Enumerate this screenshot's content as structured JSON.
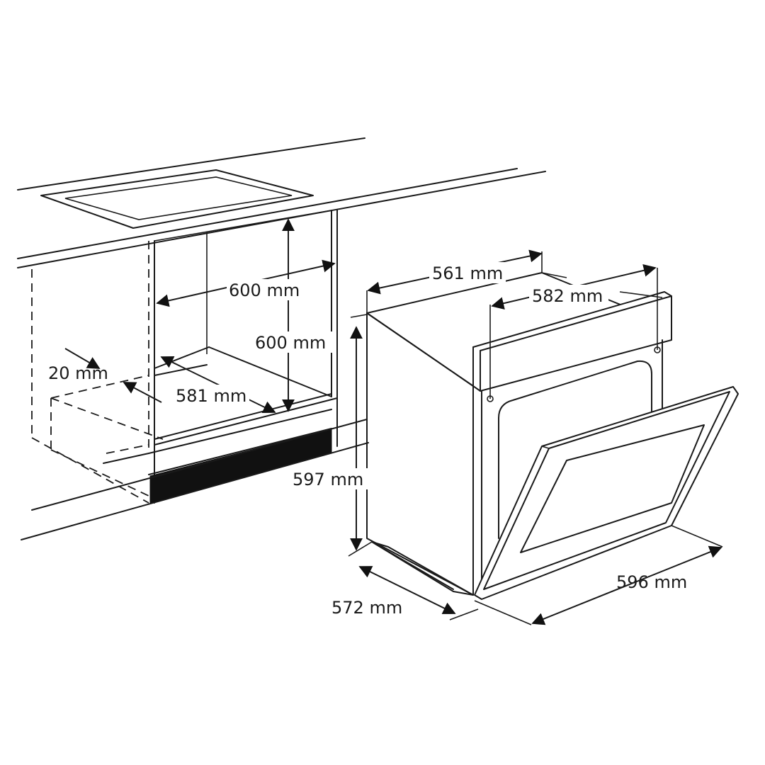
{
  "colors": {
    "line": "#1a1a1a",
    "plinth": "#111111",
    "background": "#ffffff"
  },
  "dimensions": {
    "cabinet_width": "600 mm",
    "cabinet_height": "600 mm",
    "cabinet_depth": "581 mm",
    "gap": "20 mm",
    "oven_top_depth": "561 mm",
    "oven_panel_width": "582 mm",
    "oven_height": "597 mm",
    "oven_depth": "572 mm",
    "oven_width": "596 mm"
  }
}
